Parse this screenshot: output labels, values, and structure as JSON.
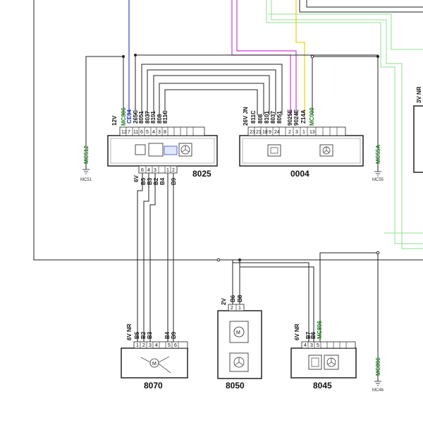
{
  "components": {
    "c8025": {
      "name": "8025",
      "top_supply": "12V",
      "top_wires": [
        "MC806",
        "CE04",
        "265C",
        "8051",
        "8037",
        "8101",
        "808",
        "811C"
      ],
      "top_pins": [
        "12",
        "7",
        "11",
        "6",
        "5",
        "4",
        "3",
        "8"
      ],
      "bottom_supply": "6V",
      "bottom_wires": [
        "B5",
        "B3",
        "B2",
        "B4",
        "B9"
      ],
      "bottom_pins": [
        "6",
        "4",
        "3",
        "1",
        "2"
      ]
    },
    "c0004": {
      "name": "0004",
      "top_supply": "26V JN",
      "top_wires": [
        "811C",
        "808",
        "8101",
        "8037",
        "8051",
        "9025E",
        "9024E",
        "Z14A",
        "MC000"
      ],
      "top_pins": [
        "23",
        "21",
        "18",
        "9",
        "24",
        "2",
        "3",
        "1",
        "13"
      ]
    },
    "c8070": {
      "name": "8070",
      "supply": "6V NR",
      "wires": [
        "B5",
        "B2",
        "B3",
        "B4",
        "B9"
      ],
      "pins": [
        "1",
        "2",
        "3",
        "4",
        "5",
        "6"
      ]
    },
    "c8050": {
      "name": "8050",
      "supply": "2V",
      "wires": [
        "B6",
        "B8"
      ],
      "pins": [
        "2",
        "1"
      ],
      "motor_symbol": "M"
    },
    "c8045": {
      "name": "8045",
      "supply": "6V NR",
      "wires": [
        "B7",
        "B6",
        "MC806"
      ],
      "pins": [
        "4",
        "3",
        "5"
      ]
    }
  },
  "grounds": {
    "g_left": {
      "wire": "MC512",
      "point": "MC51"
    },
    "g_mid": {
      "wire": "MC55A",
      "point": "MC55"
    },
    "g_bottom": {
      "wire": "MC806",
      "point": "MC46"
    }
  },
  "edge_label": "3V NR",
  "colors": {
    "magenta": "#d63ad6",
    "yellow": "#f0d000",
    "green": "#8fe08f",
    "blue": "#3a44c8",
    "wire": "#222222"
  }
}
